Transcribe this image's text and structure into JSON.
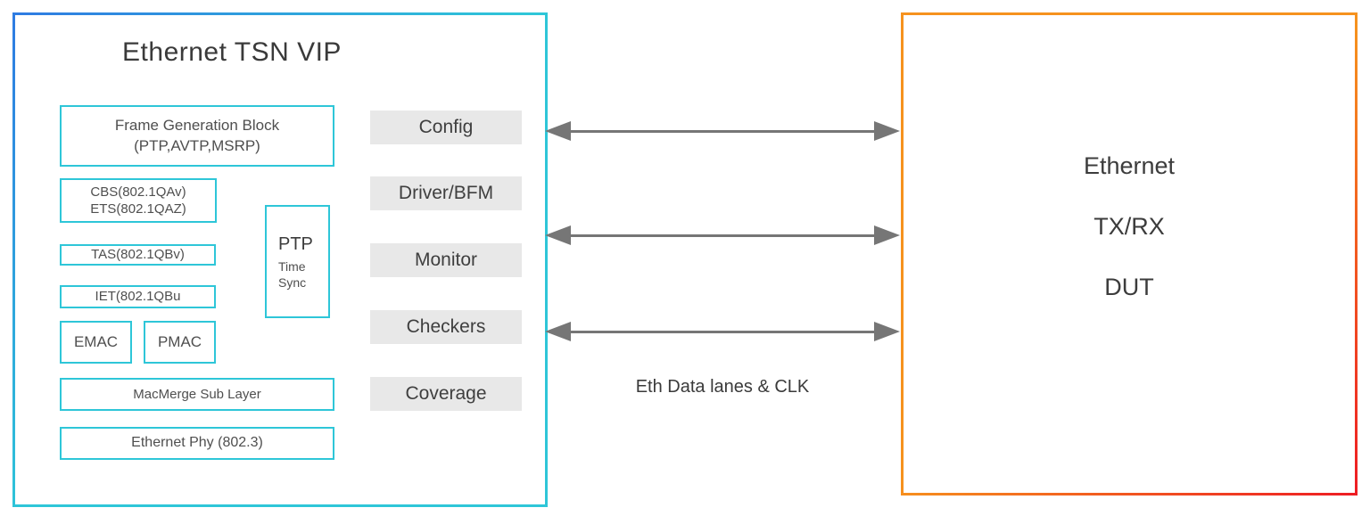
{
  "diagram": {
    "left_box": {
      "title": "Ethernet TSN VIP",
      "components": {
        "frame_gen_line1": "Frame Generation Block",
        "frame_gen_line2": "(PTP,AVTP,MSRP)",
        "cbs": "CBS(802.1QAv)",
        "ets": "ETS(802.1QAZ)",
        "tas": "TAS(802.1QBv)",
        "iet": "IET(802.1QBu",
        "emac": "EMAC",
        "pmac": "PMAC",
        "ptp_line1": "PTP",
        "ptp_line2": "Time",
        "ptp_line3": "Sync",
        "macmerge": "MacMerge Sub Layer",
        "ethphy": "Ethernet Phy (802.3)"
      },
      "interfaces": [
        "Config",
        "Driver/BFM",
        "Monitor",
        "Checkers",
        "Coverage"
      ]
    },
    "connection_label": "Eth Data lanes & CLK",
    "right_box": {
      "line1": "Ethernet",
      "line2": "TX/RX",
      "line3": "DUT"
    },
    "colors": {
      "blue": "#2e7be2",
      "cyan": "#2ec6d8",
      "orange": "#f6921e",
      "red": "#ee1c23",
      "arrow": "#767676",
      "panel": "#e8e8e8"
    }
  }
}
